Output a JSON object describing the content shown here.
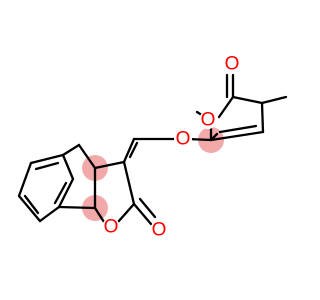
{
  "molecule": {
    "colors": {
      "bond": "#000000",
      "oxygen": "#ff0000",
      "stereo_highlight": "#ef9a9a"
    },
    "atoms": {
      "o_lactone_carbonyl": "O",
      "o_lactone_ring": "O",
      "o_ether": "O",
      "o_butenolide_ring": "O",
      "o_butenolide_carbonyl": "O"
    }
  }
}
